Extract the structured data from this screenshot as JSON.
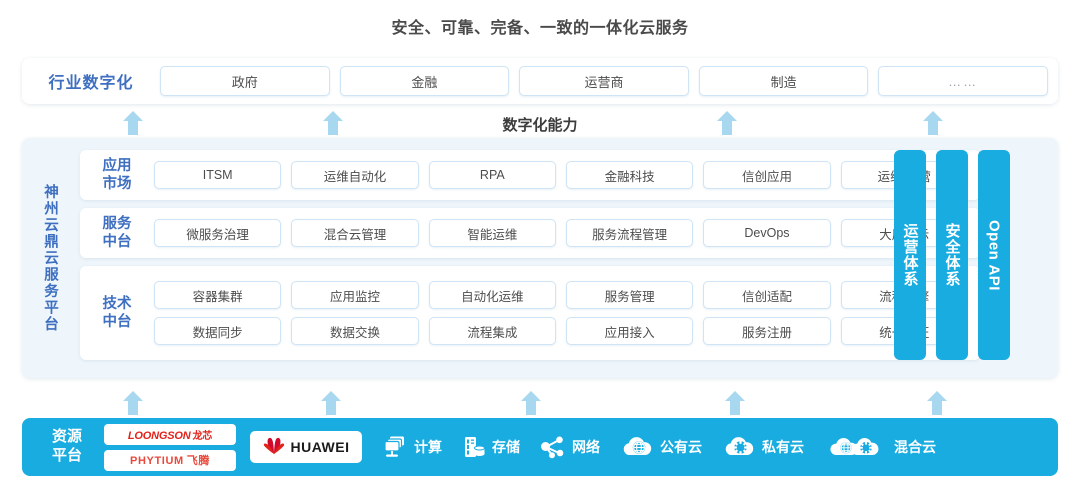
{
  "title": "安全、可靠、完备、一致的一体化云服务",
  "capability_label": "数字化能力",
  "industry": {
    "label": "行业数字化",
    "items": [
      {
        "label": "政府"
      },
      {
        "label": "金融"
      },
      {
        "label": "运营商"
      },
      {
        "label": "制造"
      },
      {
        "label": "……"
      }
    ]
  },
  "platform": {
    "vertical_label": "神州云鼎云服务平台",
    "bands": [
      {
        "label": "应用\n市场",
        "label_line1": "应用",
        "label_line2": "市场",
        "rows": [
          [
            "ITSM",
            "运维自动化",
            "RPA",
            "金融科技",
            "信创应用",
            "运维/运营"
          ]
        ]
      },
      {
        "label_line1": "服务",
        "label_line2": "中台",
        "rows": [
          [
            "微服务治理",
            "混合云管理",
            "智能运维",
            "服务流程管理",
            "DevOps",
            "大屏展示"
          ]
        ]
      },
      {
        "label_line1": "技术",
        "label_line2": "中台",
        "rows": [
          [
            "容器集群",
            "应用监控",
            "自动化运维",
            "服务管理",
            "信创适配",
            "流程引擎"
          ],
          [
            "数据同步",
            "数据交换",
            "流程集成",
            "应用接入",
            "服务注册",
            "统一认证"
          ]
        ]
      }
    ],
    "vertical_bars": [
      {
        "label": "运营体系"
      },
      {
        "label": "安全体系"
      },
      {
        "label": "Open API"
      }
    ]
  },
  "resource": {
    "label_line1": "资源",
    "label_line2": "平台",
    "logos": [
      {
        "name": "LOONGSON",
        "latin": "LOONGSON",
        "cn": "龙芯"
      },
      {
        "name": "PHYTIUM",
        "latin": "PHYTIUM",
        "cn": "飞腾"
      }
    ],
    "huawei": {
      "text": "HUAWEI"
    },
    "items": [
      {
        "icon": "compute-icon",
        "label": "计算"
      },
      {
        "icon": "storage-icon",
        "label": "存储"
      },
      {
        "icon": "network-icon",
        "label": "网络"
      },
      {
        "icon": "public-cloud-icon",
        "label": "公有云"
      },
      {
        "icon": "private-cloud-icon",
        "label": "私有云"
      },
      {
        "icon": "hybrid-cloud-icon",
        "label": "混合云"
      }
    ]
  },
  "colors": {
    "accent_blue": "#18ace0",
    "label_blue": "#3f6fc0",
    "arrow_blue": "#a8d8f0",
    "panel_bg": "#eef6fb",
    "chip_border": "#cfe4f5",
    "logo_red": "#e2231a"
  }
}
